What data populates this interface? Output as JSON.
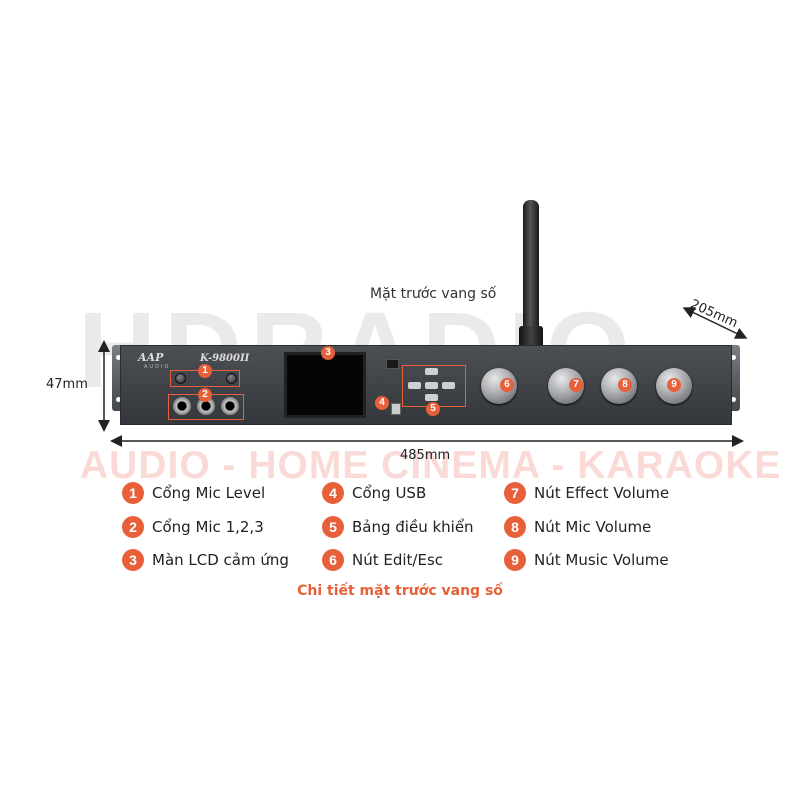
{
  "watermark": {
    "main": "HDRADIO",
    "sub": "AUDIO - HOME CINEMA - KARAOKE"
  },
  "device": {
    "brand": "AAP",
    "brand_sub": "AUDIO",
    "model": "K-9800II"
  },
  "front_label": "Mặt trước vang số",
  "dimensions": {
    "height": "47mm",
    "width": "485mm",
    "depth": "205mm"
  },
  "callouts": [
    "1",
    "2",
    "3",
    "4",
    "5",
    "6",
    "7",
    "8",
    "9"
  ],
  "legend": [
    {
      "num": "1",
      "text": "Cổng Mic Level"
    },
    {
      "num": "2",
      "text": "Cổng Mic 1,2,3"
    },
    {
      "num": "3",
      "text": "Màn LCD cảm ứng"
    },
    {
      "num": "4",
      "text": "Cổng USB"
    },
    {
      "num": "5",
      "text": "Bảng điều khiển"
    },
    {
      "num": "6",
      "text": "Nút Edit/Esc"
    },
    {
      "num": "7",
      "text": "Nút Effect Volume"
    },
    {
      "num": "8",
      "text": "Nút Mic Volume"
    },
    {
      "num": "9",
      "text": "Nút Music Volume"
    }
  ],
  "caption": "Chi tiết mặt trước vang số",
  "colors": {
    "accent": "#e8603a",
    "panel": "#414449"
  }
}
